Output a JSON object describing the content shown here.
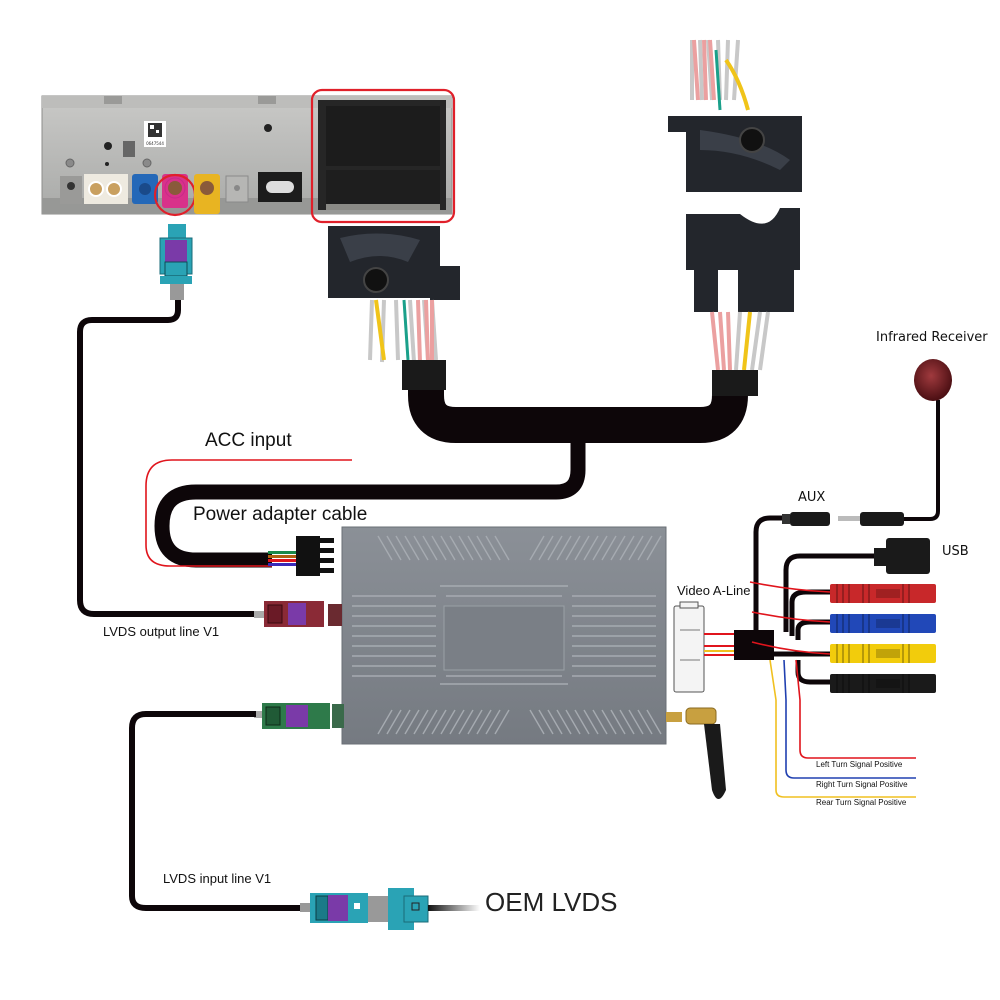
{
  "diagram": {
    "title": "Interface box wiring diagram",
    "head_unit": {
      "label_code": "0647544",
      "highlight_color": "#e0202a",
      "ports": [
        "white-dual-fakra",
        "blue-fakra",
        "pink-lvds-fakra",
        "yellow-fakra",
        "power-plug",
        "quadlock-connector"
      ]
    },
    "labels": {
      "acc_input": "ACC input",
      "power_adapter_cable": "Power adapter cable",
      "lvds_output_line": "LVDS output line V1",
      "lvds_input_line": "LVDS input line V1",
      "oem_lvds": "OEM LVDS",
      "infrared_receiver": "Infrared Receiver",
      "aux": "AUX",
      "usb": "USB",
      "video_a_line": "Video A-Line",
      "left_turn": "Left Turn Signal Positive",
      "right_turn": "Right Turn Signal Positive",
      "rear_turn": "Rear Turn Signal Positive"
    },
    "rca_connectors": [
      {
        "color_name": "red",
        "color": "#c8282a"
      },
      {
        "color_name": "blue",
        "color": "#2148b8"
      },
      {
        "color_name": "yellow",
        "color": "#f2cc0c"
      },
      {
        "color_name": "black",
        "color": "#1a1a1a"
      }
    ],
    "signal_wires": [
      {
        "name": "left-turn",
        "color": "#e0141c"
      },
      {
        "name": "right-turn",
        "color": "#2040b0"
      },
      {
        "name": "rear-turn",
        "color": "#f0c020"
      }
    ],
    "colors": {
      "cable": "#0d0609",
      "box": "#7f858c",
      "acc_wire": "#e0141c",
      "lvds_out_connector": "#8a2a36",
      "lvds_in_connector": "#2e7a4a",
      "lvds_plug_teal": "#2aa3b5",
      "lvds_plug_purple": "#7a3aa8",
      "ir_receiver": "#6a1a1e"
    }
  }
}
